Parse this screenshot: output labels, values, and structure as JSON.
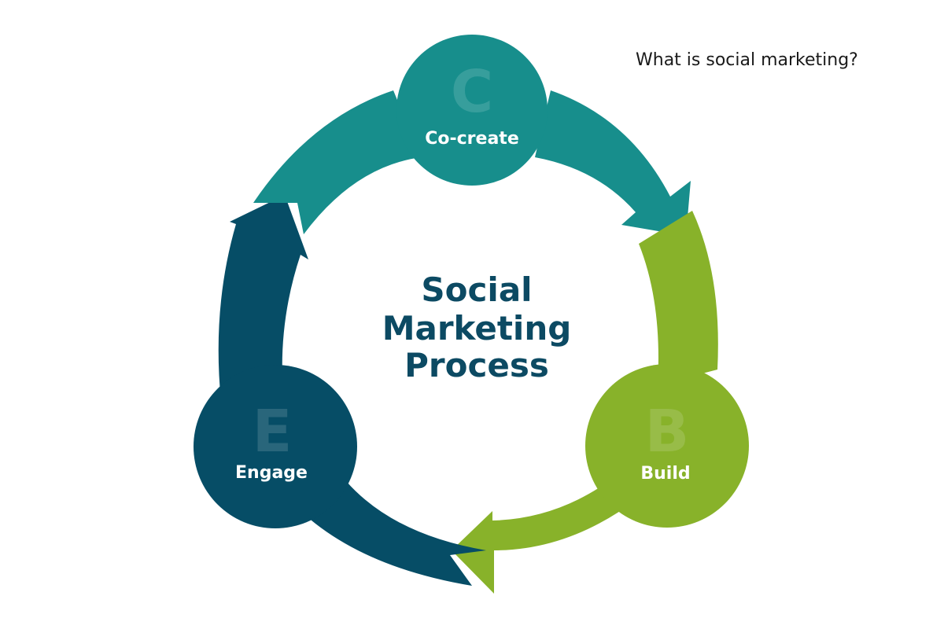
{
  "caption": "What is social marketing?",
  "center_title": {
    "line1": "Social",
    "line2": "Marketing",
    "line3": "Process"
  },
  "stages": [
    {
      "letter": "C",
      "label": "Co-create"
    },
    {
      "letter": "B",
      "label": "Build"
    },
    {
      "letter": "E",
      "label": "Engage"
    }
  ],
  "colors": {
    "co_create": "#178e8c",
    "build": "#88b22a",
    "engage": "#064d66",
    "title": "#0c4a63",
    "label": "#ffffff"
  }
}
